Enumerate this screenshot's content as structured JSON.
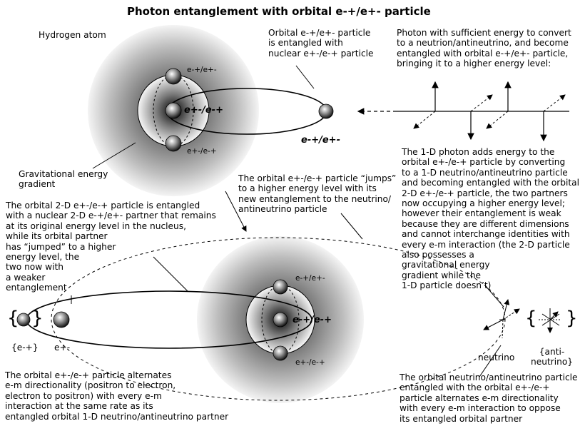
{
  "title": "Photon entanglement with orbital e-+/e+- particle",
  "labels": {
    "hydrogen_atom": "Hydrogen atom",
    "orbital_entangled": "Orbital e-+/e+- particle\nis entangled with\nnuclear e+-/e-+ particle",
    "photon_energy": "Photon with sufficient energy to convert\nto a neutrion/antineutrino, and become\nentangled with orbital e-+/e+- particle,\nbringing it to a higher energy level:",
    "gravitational_gradient": "Gravitational energy\ngradient",
    "orbital_jumps": "The orbital e+-/e-+ particle “jumps”\nto a higher energy level with its\nnew entanglement to the neutrino/\nantineutrino particle",
    "one_d_photon": "The 1-D photon adds energy to the\norbital e+-/e-+ particle by converting\nto a 1-D neutrino/antineutrino particle\nand becoming entangled with the orbital\n2-D e+-/e-+ particle, the two partners\nnow occupying a higher energy level;\nhowever their entanglement is weak\nbecause they are different dimensions\nand cannot interchange identities with\nevery e-m interaction (the 2-D particle\n         also possesses a\n         gravitational energy\n         gradient while the\n         1-D particle doesn’t)",
    "orbital_2d_entangled": "The orbital 2-D e+-/e-+ particle is entangled\nwith a nuclear 2-D e-+/e+- partner that remains\nat its original energy level in the nucleus,\nwhile its orbital partner\nhas “jumped” to a higher\nenergy level, the\ntwo now with\na weaker\nentanglement",
    "orbital_alternates": "The orbital e+-/e-+ particle alternates\ne-m directionality (positron to electron,\nelectron to positron) with every e-m\ninteraction at the same rate as its\nentangled orbital 1-D neutrino/antineutrino partner",
    "neutrino_alternates": "The orbital neutrino/antineutrino particle\nentangled with the orbital e+-/e-+\nparticle alternates e-m directionality\nwith every e-m interaction to oppose\nits entangled orbital partner",
    "top_nucleon": "e-+/e+-",
    "center_nucleon": "e+-/e-+",
    "bottom_nucleon": "e+-/e-+",
    "orbiting_particle": "e-+/e+-",
    "lower_top_nucleon": "e-+/e+-",
    "lower_center_nucleon": "e-+/e-+",
    "lower_bottom_nucleon": "e+-/e-+",
    "brace_left_open": "{",
    "brace_left_close": "}",
    "brace_left_caption": "{e-+}",
    "left_particle_caption": "e+-",
    "brace_right_open": "{",
    "brace_right_close": "}",
    "neutrino_label": "neutrino",
    "antineutrino_label": "{anti-\nneutrino}"
  },
  "colors": {
    "halo": "#8a8a8a",
    "dark": "#1a1a1a",
    "line": "#000000"
  }
}
